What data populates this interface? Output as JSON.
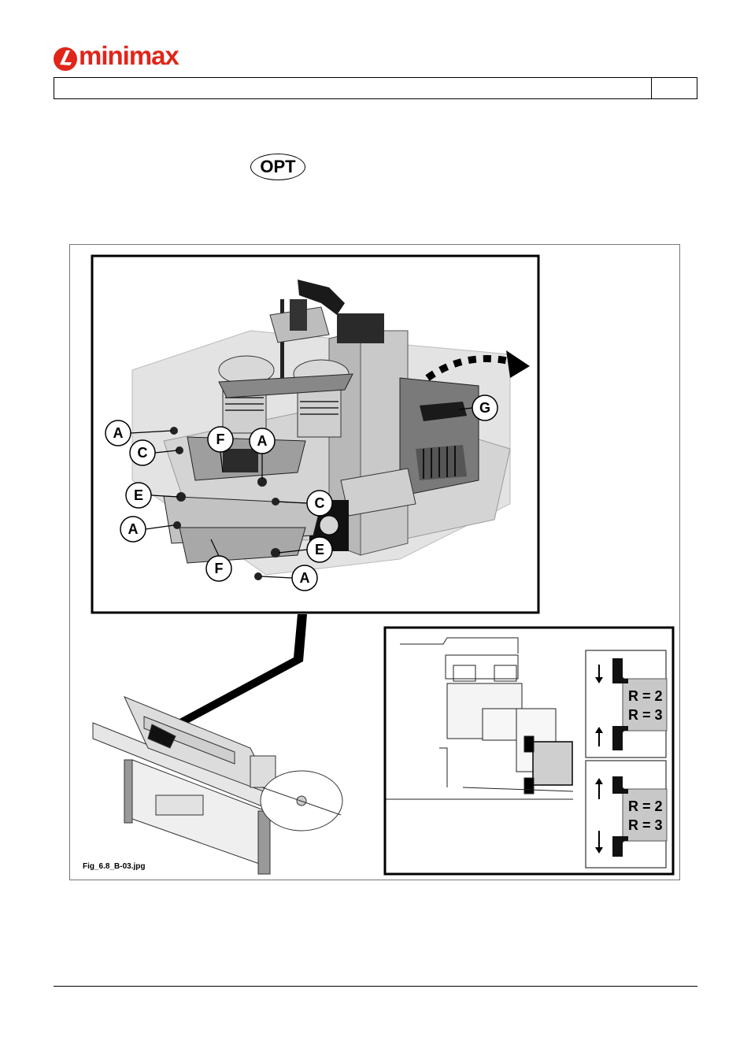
{
  "header": {
    "brand": "minimax",
    "brand_color": "#e1251b",
    "logo_icon": "minimax-logo-icon"
  },
  "badge": {
    "label": "OPT"
  },
  "figure": {
    "caption": "Fig_6.8_B-03.jpg",
    "callouts": [
      "A",
      "C",
      "F",
      "A",
      "E",
      "A",
      "F",
      "C",
      "E",
      "A",
      "G"
    ],
    "detail": {
      "upper": {
        "r1": "R = 2",
        "r2": "R = 3"
      },
      "lower": {
        "r1": "R = 2",
        "r2": "R = 3"
      }
    }
  }
}
